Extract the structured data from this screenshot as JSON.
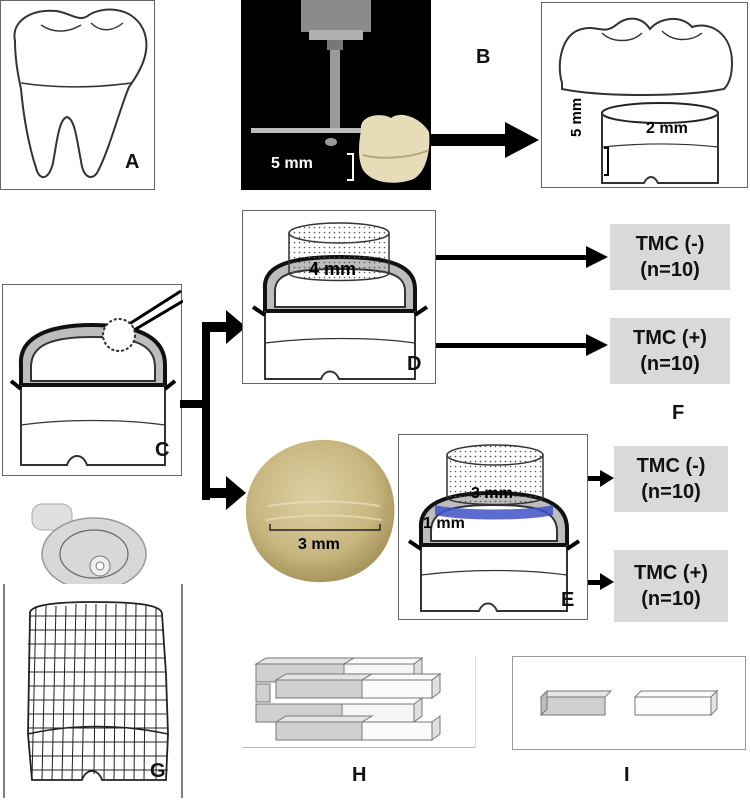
{
  "panels": {
    "A": "A",
    "B": "B",
    "C": "C",
    "D": "D",
    "E": "E",
    "F": "F",
    "G": "G",
    "H": "H",
    "I": "I"
  },
  "measurements": {
    "cut_height": "5 mm",
    "section_depth": "2 mm",
    "section_height": "5 mm",
    "block_d": "4 mm",
    "disc_width": "3 mm",
    "block_e": "3 mm",
    "liner_e": "1 mm"
  },
  "groups": [
    {
      "label": "TMC (-)",
      "n": "(n=10)"
    },
    {
      "label": "TMC (+)",
      "n": "(n=10)"
    },
    {
      "label": "TMC (-)",
      "n": "(n=10)"
    },
    {
      "label": "TMC (+)",
      "n": "(n=10)"
    }
  ],
  "colors": {
    "arrow": "#000000",
    "group_box": "#d9d9d9",
    "liner_e": "#3f51c7",
    "disc": "#c9b98a",
    "photo_bg": "#000000"
  }
}
